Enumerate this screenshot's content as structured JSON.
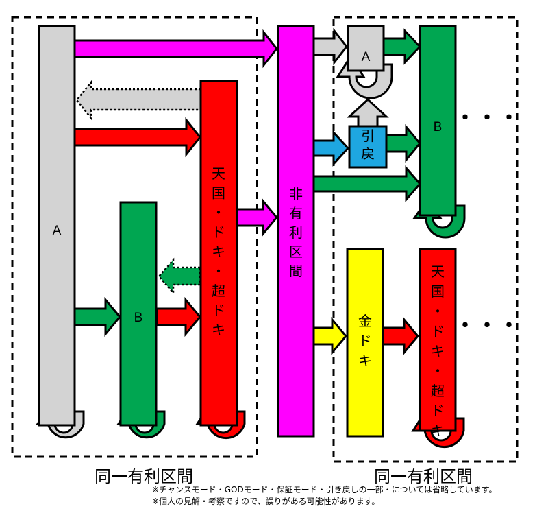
{
  "sections": {
    "left_label": "同一有利区間",
    "right_label": "同一有利区間"
  },
  "nodes": {
    "a_left": "A",
    "b_left": "B",
    "tengoku_left": "天国・ドキ・超ドキ",
    "hiyuri": "非有利区間",
    "a_right": "A",
    "hikimodoshi": "引戻",
    "b_right": "B",
    "kin_doki": "金ドキ",
    "tengoku_right": "天国・ドキ・超ドキ",
    "dots_top": "・・・",
    "dots_bottom": "・・・"
  },
  "notes": {
    "line1": "※チャンスモード・GODモード・保証モード・引き戻しの一部・については省略しています。",
    "line2": "※個人の見解・考察ですので、誤りがある可能性があります。"
  },
  "colors": {
    "gray": "#d3d3d3",
    "green": "#00a651",
    "red": "#ff0000",
    "magenta": "#ff00ff",
    "yellow": "#ffff00",
    "blue": "#1ea7e1"
  }
}
